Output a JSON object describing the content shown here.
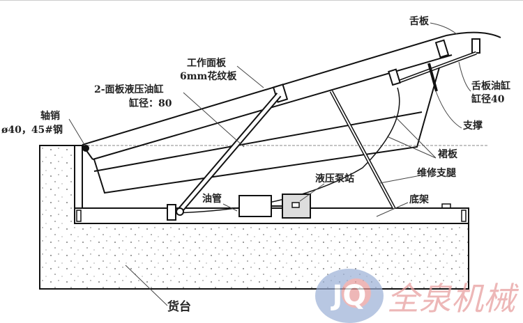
{
  "labels": {
    "tongue_plate": "舌板",
    "work_panel": "工作面板",
    "work_panel_spec": "6mm花纹板",
    "panel_cylinder": "2-面板液压油缸",
    "panel_cylinder_bore": "缸径：80",
    "pivot_pin": "轴销",
    "pivot_pin_spec": "ø40，45#钢",
    "tongue_cylinder": "舌板油缸",
    "tongue_cylinder_bore": "缸径40",
    "support": "支撑",
    "skirt": "裙板",
    "maintenance_leg": "维修支腿",
    "pump_station": "液压泵站",
    "base_frame": "底架",
    "oil_pipe": "油管",
    "dock": "货台"
  },
  "watermark": {
    "logo": "JQ",
    "text": "全泉机械",
    "colors": {
      "logo_blue": "#8aa3cf",
      "logo_red": "#e07a7a",
      "text": "#e8a0a0"
    }
  }
}
